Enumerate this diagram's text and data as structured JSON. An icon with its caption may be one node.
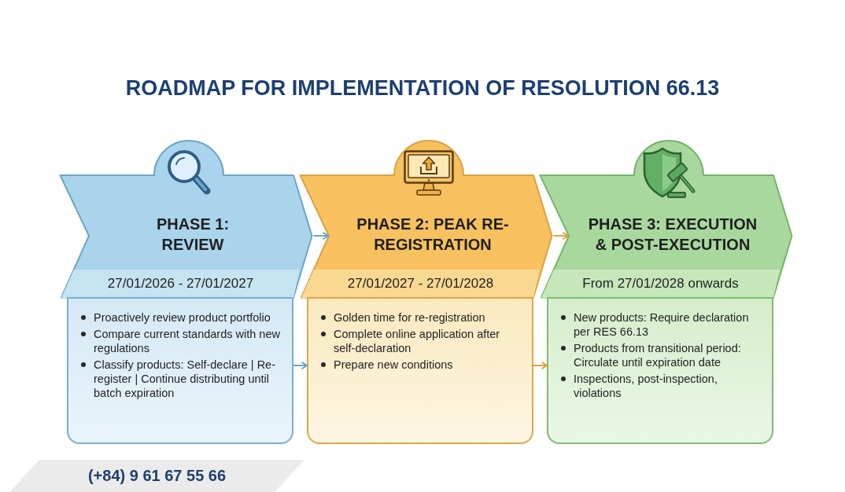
{
  "diagram": {
    "title": "ROADMAP FOR IMPLEMENTATION OF RESOLUTION 66.13",
    "nodes": [
      {
        "text": [
          "PHASE 1: REVIEW"
        ]
      },
      {
        "text": [
          "27/01/2026 - 27/01/2027"
        ],
        "in": 0
      },
      {
        "text": [
          "Proactively review product portfolio",
          "Compare current standards with new regulations",
          "Classify products: Self-declare | Re-register | Continue distributing until batch expiration"
        ]
      },
      {
        "text": [
          "PHASE 2: PEAK RE-REGISTRATION"
        ]
      },
      {
        "text": [
          "27/01/2027 - 27/01/2028"
        ],
        "in": 3
      },
      {
        "text": [
          "Golden time for re-registration",
          "Complete online application after self-declaration",
          "Prepare new conditions"
        ]
      },
      {
        "text": [
          "PHASE 3: EXECUTION & POST-EXECUTION"
        ]
      },
      {
        "text": [
          "From 27/01/2028 onwards"
        ],
        "in": 6
      },
      {
        "text": [
          "New products: Require declaration per RES 66.13",
          "Products from transitional period: Circulate until expiration date",
          "Inspections, post-inspection, violations"
        ]
      },
      {
        "text": [
          "(+84) 9 61 67 55 66"
        ]
      }
    ],
    "edges": [
      {
        "from": 0,
        "to": 3,
        "arrow": "to",
        "color": "#5b9bc6"
      },
      {
        "from": 2,
        "to": 5,
        "arrow": "to",
        "color": "#5b9bc6"
      },
      {
        "from": 3,
        "to": 6,
        "arrow": "to",
        "color": "#e09a2c"
      },
      {
        "from": 5,
        "to": 8,
        "arrow": "to",
        "color": "#e09a2c"
      }
    ]
  }
}
